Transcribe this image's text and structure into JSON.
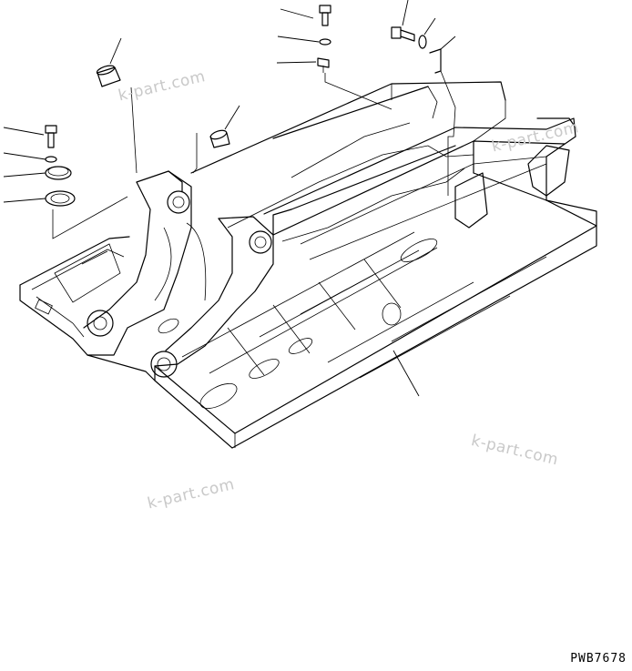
{
  "drawing": {
    "code": "PWB7678",
    "watermark": "k-part.com"
  },
  "colors": {
    "line": "#000000",
    "watermark": "#c9c9c9",
    "background": "#ffffff"
  },
  "parts": [
    {
      "id": "bolt-top",
      "icon": "bolt-icon"
    },
    {
      "id": "washer-top",
      "icon": "washer-icon"
    },
    {
      "id": "clip-top",
      "icon": "clip-icon"
    },
    {
      "id": "bolt-top-right",
      "icon": "bolt-icon"
    },
    {
      "id": "washer-top-right",
      "icon": "washer-icon"
    },
    {
      "id": "bracket-top-right",
      "icon": "bracket-icon"
    },
    {
      "id": "bushing-left",
      "icon": "bushing-icon"
    },
    {
      "id": "bushing-center",
      "icon": "bushing-icon"
    },
    {
      "id": "bolt-left",
      "icon": "bolt-icon"
    },
    {
      "id": "washer-left",
      "icon": "washer-icon"
    },
    {
      "id": "cap-left",
      "icon": "cap-icon"
    },
    {
      "id": "ring-left",
      "icon": "ring-icon"
    },
    {
      "id": "frame",
      "icon": "revolving-frame-icon"
    }
  ]
}
